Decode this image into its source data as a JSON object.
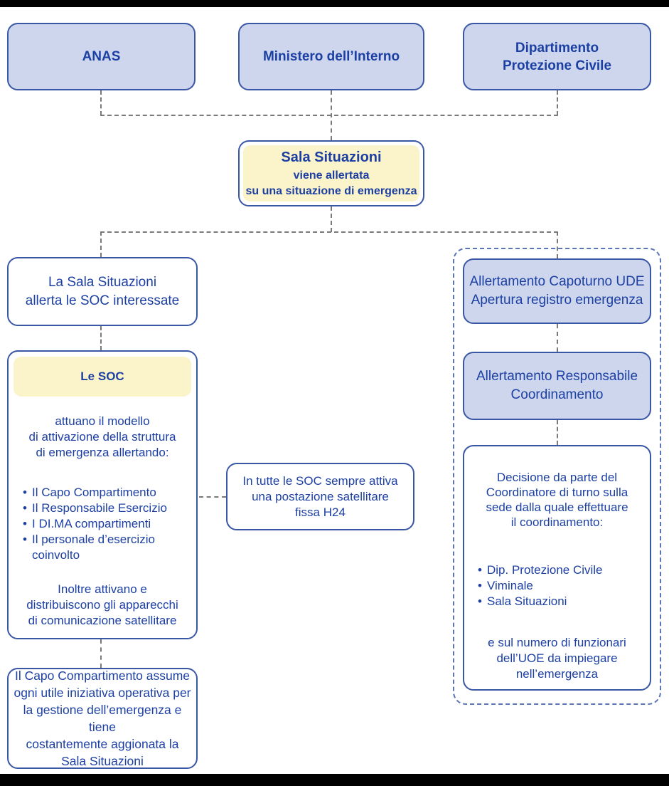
{
  "colors": {
    "border_blue": "#3a57a6",
    "fill_blue": "#cdd6ec",
    "fill_yellow": "#fbf3c9",
    "text_blue": "#1c3fa3",
    "connector_gray": "#7a7a7a",
    "dashed_container_blue": "#5b74b8",
    "frame_black": "#000000"
  },
  "top_row": {
    "anas": "ANAS",
    "ministero": "Ministero dell’Interno",
    "dipartimento": "Dipartimento\nProtezione Civile"
  },
  "sala_situazioni": {
    "title": "Sala Situazioni",
    "subtitle": "viene allertata\nsu una situazione di emergenza"
  },
  "left_branch": {
    "sala_allerta": "La Sala Situazioni\nallerta le SOC interessate",
    "le_soc": {
      "header": "Le SOC",
      "intro": "attuano il modello\ndi attivazione della struttura\ndi emergenza allertando:",
      "bullets": [
        "Il Capo Compartimento",
        "Il Responsabile Esercizio",
        "I DI.MA compartimenti",
        "Il personale d’esercizio\ncoinvolto"
      ],
      "outro": "Inoltre attivano e\ndistribuiscono gli apparecchi\ndi comunicazione satellitare"
    },
    "capo_compartimento": "Il Capo Compartimento assume\nogni utile iniziativa operativa per\nla gestione dell’emergenza e tiene\ncostantemente aggionata la\nSala Situazioni"
  },
  "center_note": "In tutte le SOC sempre attiva\nuna postazione satellitare\nfissa H24",
  "right_branch": {
    "allertamento_capoturno": "Allertamento Capoturno UDE\nApertura registro emergenza",
    "allertamento_responsabile": "Allertamento Responsabile\nCoordinamento",
    "decisione": {
      "intro": "Decisione da parte del\nCoordinatore di turno sulla\nsede dalla quale effettuare\nil coordinamento:",
      "bullets": [
        "Dip. Protezione Civile",
        "Viminale",
        "Sala Situazioni"
      ],
      "outro": "e sul numero di funzionari\ndell’UOE da impiegare\nnell’emergenza"
    }
  }
}
